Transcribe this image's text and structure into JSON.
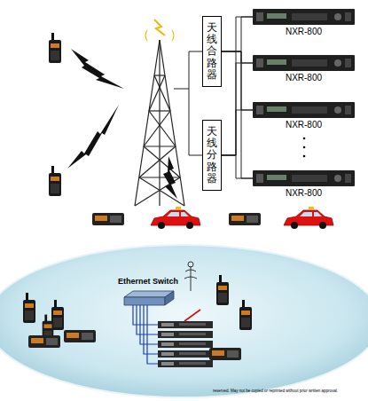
{
  "diagram": {
    "nodes": [
      {
        "text": [
          "天线合路器"
        ]
      },
      {
        "text": [
          "天线分路器"
        ]
      },
      {
        "text": [
          "NXR-800"
        ]
      },
      {
        "text": [
          "NXR-800"
        ]
      },
      {
        "text": [
          "NXR-800"
        ]
      },
      {
        "text": [
          "NXR-800"
        ]
      }
    ],
    "edges": [
      {
        "from": 0,
        "to": 2,
        "arrow": "none"
      },
      {
        "from": 0,
        "to": 3,
        "arrow": "none"
      },
      {
        "from": 0,
        "to": 4,
        "arrow": "none"
      },
      {
        "from": 0,
        "to": 5,
        "arrow": "none"
      },
      {
        "from": 1,
        "to": 2,
        "arrow": "none"
      },
      {
        "from": 1,
        "to": 3,
        "arrow": "none"
      },
      {
        "from": 1,
        "to": 4,
        "arrow": "none"
      },
      {
        "from": 1,
        "to": 5,
        "arrow": "none"
      }
    ],
    "labels": [
      "Ethernet Switch",
      "reserved. May not be copied or reprinted without prior written approval."
    ]
  }
}
